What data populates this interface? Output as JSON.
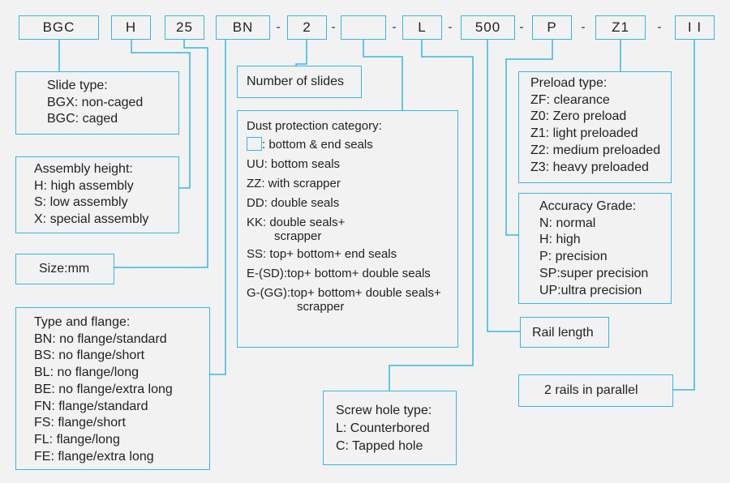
{
  "codes": {
    "slide": "BGC",
    "height": "H",
    "size": "25",
    "flange": "BN",
    "slides": "2",
    "dust": "",
    "screw": "L",
    "length": "500",
    "accuracy": "P",
    "preload": "Z1",
    "rails": "I I"
  },
  "dashes": [
    "-",
    "-",
    "-",
    "-",
    "-",
    "-",
    "-"
  ],
  "colors": {
    "accent": "#35b8e0",
    "background": "#f2f2f2",
    "text": "#222222"
  },
  "slide_type": {
    "title": "Slide type:",
    "items": [
      "BGX: non-caged",
      "BGC: caged"
    ]
  },
  "assembly_height": {
    "title": "Assembly height:",
    "items": [
      "H: high assembly",
      "S: low assembly",
      "X: special assembly"
    ]
  },
  "size": {
    "label": "Size:mm"
  },
  "type_flange": {
    "title": "Type and flange:",
    "items": [
      "BN: no flange/standard",
      "BS: no flange/short",
      "BL: no flange/long",
      "BE: no flange/extra long",
      "FN: flange/standard",
      "FS: flange/short",
      "FL: flange/long",
      "FE: flange/extra long"
    ]
  },
  "number_of_slides": {
    "label": "Number of slides"
  },
  "dust_protection": {
    "title": "Dust protection category:",
    "blank_label": ": bottom & end seals",
    "uu": "UU: bottom seals",
    "zz": "ZZ: with scrapper",
    "dd": "DD: double seals",
    "kk1": "KK: double seals+",
    "kk2": "scrapper",
    "ss": "SS: top+ bottom+ end seals",
    "esd": "E-(SD):top+ bottom+ double seals",
    "ggg1": "G-(GG):top+ bottom+ double seals+",
    "ggg2": "scrapper"
  },
  "screw_hole": {
    "title": "Screw hole type:",
    "items": [
      "L: Counterbored",
      "C: Tapped hole"
    ]
  },
  "preload": {
    "title": "Preload type:",
    "items": [
      "ZF: clearance",
      "Z0: Zero preload",
      "Z1: light preloaded",
      "Z2: medium preloaded",
      "Z3: heavy preloaded"
    ]
  },
  "accuracy": {
    "title": "Accuracy Grade:",
    "items": [
      "N:  normal",
      "H:  high",
      "P:  precision",
      "SP:super precision",
      "UP:ultra precision"
    ]
  },
  "rail_length": {
    "label": "Rail length"
  },
  "rails_parallel": {
    "label": "2 rails in parallel"
  }
}
